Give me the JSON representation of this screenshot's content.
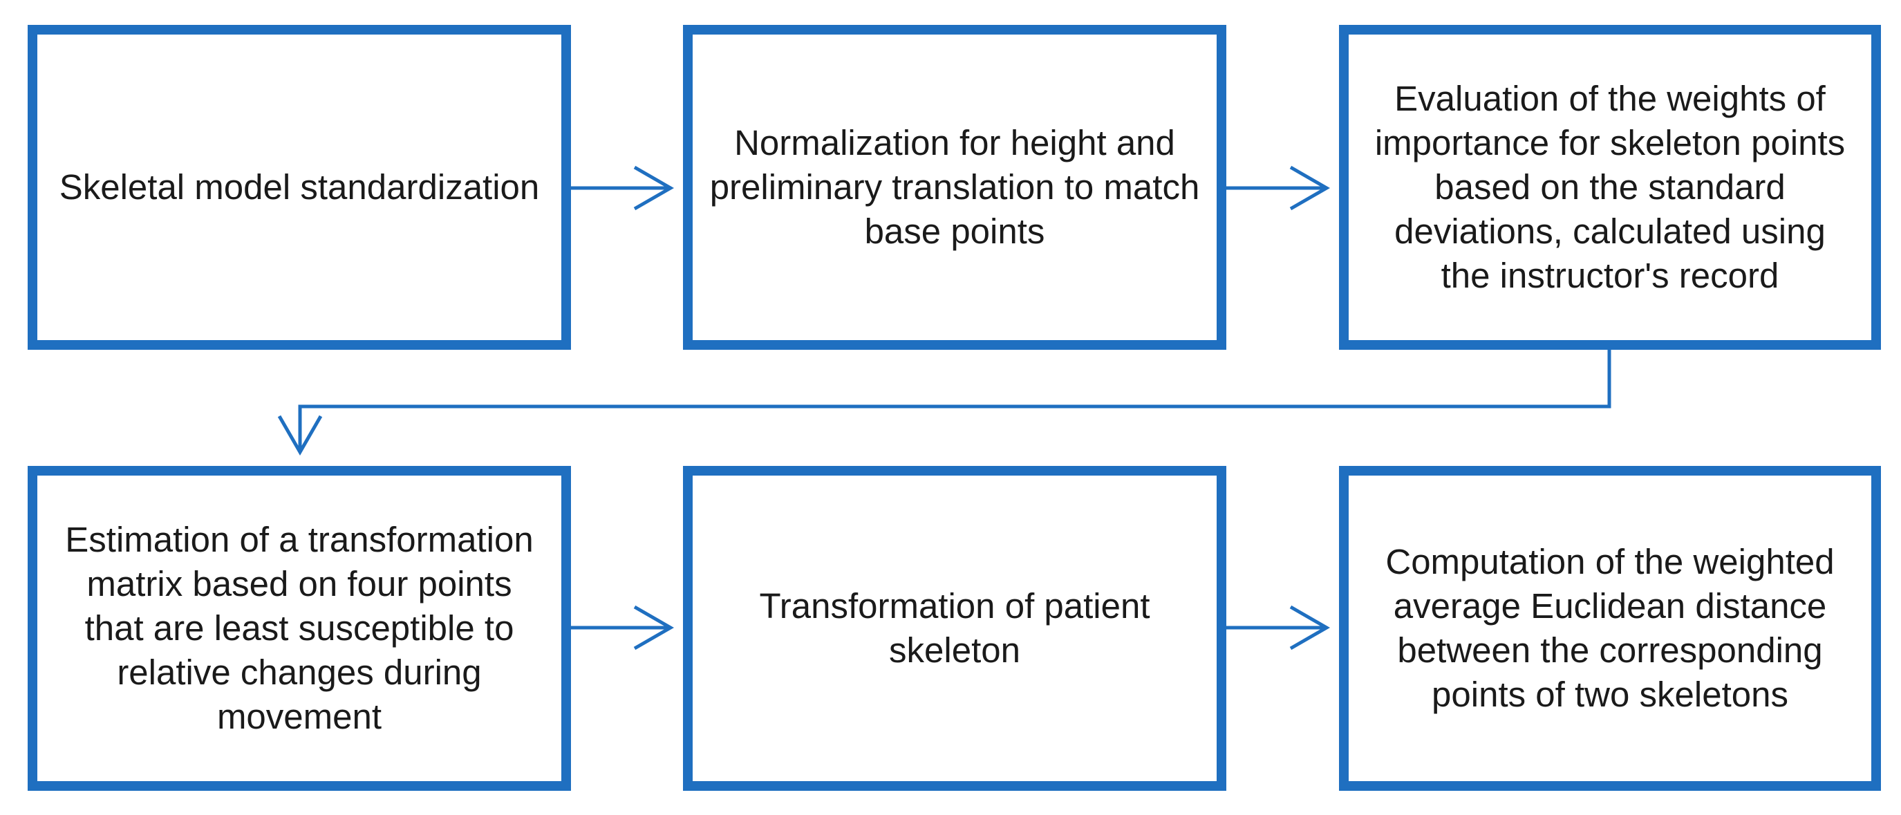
{
  "diagram": {
    "steps": [
      {
        "label": "Skeletal model standardization"
      },
      {
        "label": "Normalization for height and preliminary translation to match base points"
      },
      {
        "label": "Evaluation of the weights of importance for skeleton points based on the standard deviations, calculated using the instructor's record"
      },
      {
        "label": "Estimation of a transformation matrix based on four points that are least susceptible to relative changes during movement"
      },
      {
        "label": "Transformation of patient skeleton"
      },
      {
        "label": "Computation of the weighted average Euclidean distance between the corresponding points of two skeletons"
      }
    ],
    "connections": [
      {
        "from": 1,
        "to": 2
      },
      {
        "from": 2,
        "to": 3
      },
      {
        "from": 3,
        "to": 4
      },
      {
        "from": 4,
        "to": 5
      },
      {
        "from": 5,
        "to": 6
      }
    ],
    "colors": {
      "border": "#1f6fc0",
      "arrow": "#1f6fc0",
      "text": "#1a1a1a",
      "background": "#ffffff"
    }
  }
}
